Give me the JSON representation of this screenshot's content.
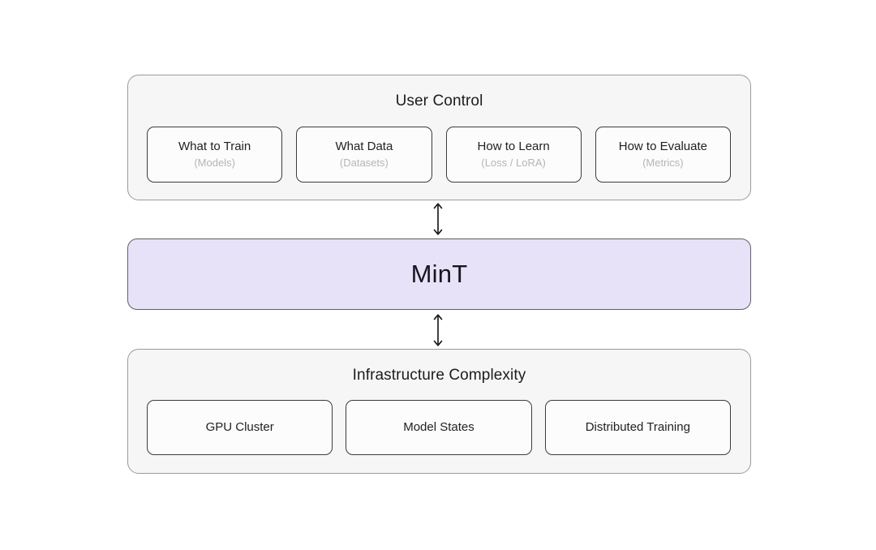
{
  "colors": {
    "page_bg": "#ffffff",
    "panel_bg": "#f6f6f6",
    "panel_border": "#9b9b9b",
    "card_bg": "#fcfcfc",
    "card_border": "#3c3c3c",
    "mint_bg": "#e7e2f8",
    "mint_border": "#5f5f68",
    "title_text": "#1c1c1c",
    "sublabel_text": "#b5b5b5",
    "arrow": "#111111"
  },
  "diagram": {
    "top_panel": {
      "title": "User Control",
      "cards": [
        {
          "label": "What to Train",
          "sublabel": "(Models)"
        },
        {
          "label": "What Data",
          "sublabel": "(Datasets)"
        },
        {
          "label": "How to Learn",
          "sublabel": "(Loss / LoRA)"
        },
        {
          "label": "How to Evaluate",
          "sublabel": "(Metrics)"
        }
      ]
    },
    "center": {
      "label": "MinT"
    },
    "bottom_panel": {
      "title": "Infrastructure Complexity",
      "cards": [
        {
          "label": "GPU Cluster"
        },
        {
          "label": "Model States"
        },
        {
          "label": "Distributed Training"
        }
      ]
    }
  }
}
